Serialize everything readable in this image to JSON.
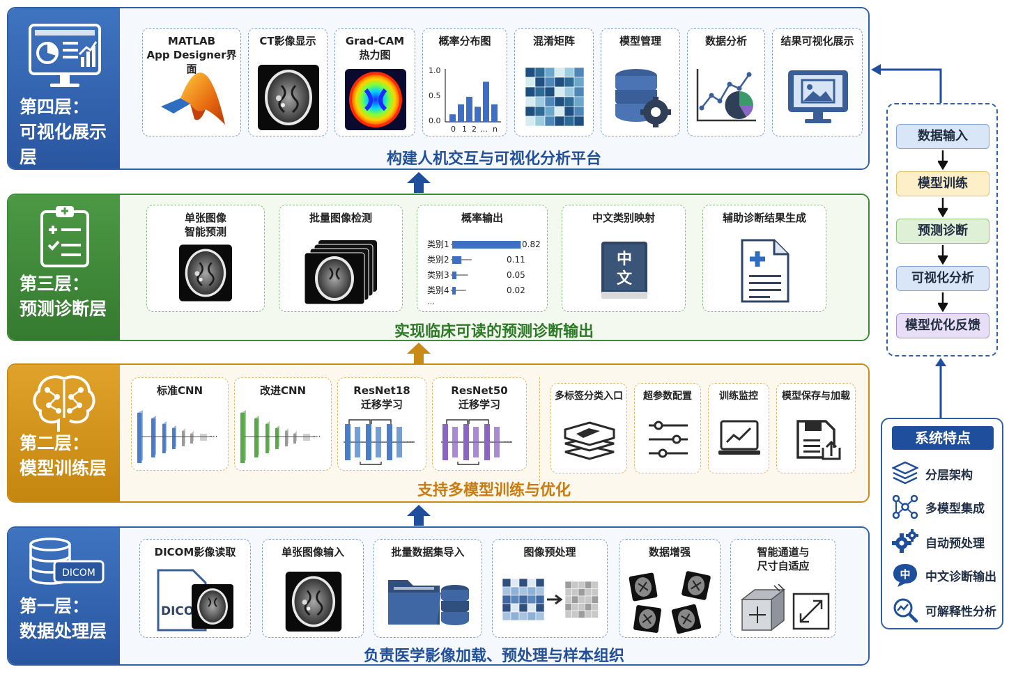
{
  "layer4": {
    "title_line1": "第四层：",
    "title_line2": "可视化展示层",
    "caption": "构建人机交互与可视化分析平台",
    "cards": [
      {
        "line1": "MATLAB",
        "line2": "App Designer界面"
      },
      {
        "line1": "CT影像显示",
        "line2": ""
      },
      {
        "line1": "Grad-CAM",
        "line2": "热力图"
      },
      {
        "line1": "概率分布图",
        "line2": ""
      },
      {
        "line1": "混淆矩阵",
        "line2": ""
      },
      {
        "line1": "模型管理",
        "line2": ""
      },
      {
        "line1": "数据分析",
        "line2": ""
      },
      {
        "line1": "结果可视化展示",
        "line2": ""
      }
    ],
    "prob_chart": {
      "y_ticks": [
        "1.0",
        "0.5",
        "0.0"
      ],
      "x_ticks": [
        "0",
        "1",
        "2",
        "…",
        "n"
      ],
      "bar_values": [
        0.15,
        0.35,
        0.5,
        0.3,
        0.8,
        0.35
      ]
    }
  },
  "layer3": {
    "title_line1": "第三层：",
    "title_line2": "预测诊断层",
    "caption": "实现临床可读的预测诊断输出",
    "cards": [
      {
        "line1": "单张图像",
        "line2": "智能预测"
      },
      {
        "line1": "批量图像检测",
        "line2": ""
      },
      {
        "line1": "概率输出",
        "line2": ""
      },
      {
        "line1": "中文类别映射",
        "line2": ""
      },
      {
        "line1": "辅助诊断结果生成",
        "line2": ""
      }
    ],
    "prob_rows": [
      {
        "label": "类别1",
        "value": 0.82,
        "text": "0.82"
      },
      {
        "label": "类别2",
        "value": 0.11,
        "text": "0.11"
      },
      {
        "label": "类别3",
        "value": 0.05,
        "text": "0.05"
      },
      {
        "label": "类别4",
        "value": 0.02,
        "text": "0.02"
      }
    ],
    "prob_more": "…",
    "book_chars": [
      "中",
      "文"
    ]
  },
  "layer2": {
    "title_line1": "第二层：",
    "title_line2": "模型训练层",
    "caption": "支持多模型训练与优化",
    "models": [
      {
        "line1": "标准CNN",
        "line2": "",
        "color": "#4a7cc7"
      },
      {
        "line1": "改进CNN",
        "line2": "",
        "color": "#5aa84a"
      },
      {
        "line1": "ResNet18",
        "line2": "迁移学习",
        "color": "#4a7cc7"
      },
      {
        "line1": "ResNet50",
        "line2": "迁移学习",
        "color": "#8a66c4"
      }
    ],
    "tools": [
      {
        "label": "多标签分类入口"
      },
      {
        "label": "超参数配置"
      },
      {
        "label": "训练监控"
      },
      {
        "label": "模型保存与加载"
      }
    ]
  },
  "layer1": {
    "title_line1": "第一层：",
    "title_line2": "数据处理层",
    "caption": "负责医学影像加载、预处理与样本组织",
    "icon_label": "DICOM",
    "dicom_text": "DICOM",
    "cards": [
      {
        "line1": "DICOM影像读取",
        "line2": ""
      },
      {
        "line1": "单张图像输入",
        "line2": ""
      },
      {
        "line1": "批量数据集导入",
        "line2": ""
      },
      {
        "line1": "图像预处理",
        "line2": ""
      },
      {
        "line1": "数据增强",
        "line2": ""
      },
      {
        "line1": "智能通道与",
        "line2": "尺寸自适应"
      }
    ]
  },
  "flow": {
    "steps": [
      {
        "label": "数据输入",
        "bg": "#d9e6f7",
        "border": "#7ea2d6"
      },
      {
        "label": "模型训练",
        "bg": "#fdf0c8",
        "border": "#e2c063"
      },
      {
        "label": "预测诊断",
        "bg": "#def0d6",
        "border": "#8cc27e"
      },
      {
        "label": "可视化分析",
        "bg": "#d9e6f7",
        "border": "#7ea2d6"
      },
      {
        "label": "模型优化反馈",
        "bg": "#e8def5",
        "border": "#a98fd4"
      }
    ]
  },
  "features": {
    "title": "系统特点",
    "items": [
      {
        "label": "分层架构",
        "icon": "layers-icon"
      },
      {
        "label": "多模型集成",
        "icon": "network-icon"
      },
      {
        "label": "自动预处理",
        "icon": "gears-icon"
      },
      {
        "label": "中文诊断输出",
        "icon": "chinese-bubble-icon"
      },
      {
        "label": "可解释性分析",
        "icon": "magnifier-chart-icon"
      }
    ],
    "bubble_char": "中"
  },
  "colors": {
    "blue": "#2f5fa7",
    "green": "#3f8a3a",
    "orange": "#c98a16",
    "purple": "#8a66c4"
  }
}
